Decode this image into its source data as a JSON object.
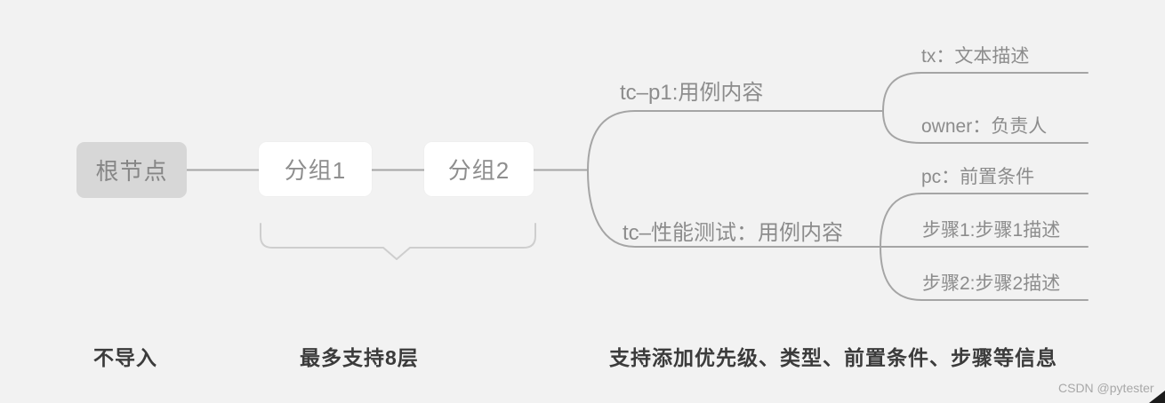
{
  "mindmap": {
    "root": {
      "label": "根节点"
    },
    "groups": [
      {
        "label": "分组1"
      },
      {
        "label": "分组2"
      }
    ],
    "branches": [
      {
        "label": "tc–p1:用例内容",
        "children": [
          {
            "label": "tx：文本描述"
          },
          {
            "label": "owner：负责人"
          }
        ]
      },
      {
        "label": "tc–性能测试：用例内容",
        "children": [
          {
            "label": "pc：前置条件"
          },
          {
            "label": "步骤1:步骤1描述"
          },
          {
            "label": "步骤2:步骤2描述"
          }
        ]
      }
    ]
  },
  "annotations": {
    "root_note": "不导入",
    "groups_note": "最多支持8层",
    "branches_note": "支持添加优先级、类型、前置条件、步骤等信息"
  },
  "watermark": "CSDN @pytester",
  "colors": {
    "background": "#f2f2f2",
    "root_node_fill": "#d7d7d7",
    "child_node_fill": "#ffffff",
    "node_text": "#8c8c8c",
    "connector_line": "#a5a5a5",
    "brace": "#cecece",
    "annotation_text": "#3b3b3b",
    "watermark_text": "#a8a8a8"
  }
}
